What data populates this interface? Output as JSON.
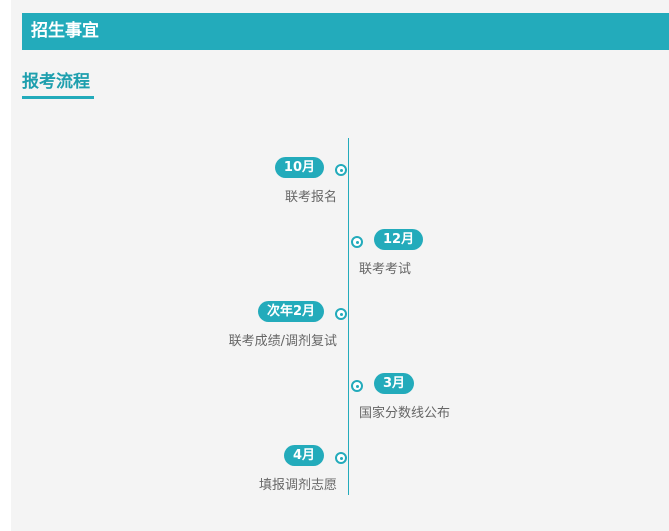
{
  "header": {
    "title": "招生事宜"
  },
  "section": {
    "title": "报考流程"
  },
  "colors": {
    "accent": "#23abbb",
    "text_muted": "#666666",
    "panel_bg": "#f4f4f4"
  },
  "timeline": [
    {
      "date": "10月",
      "label": "联考报名"
    },
    {
      "date": "12月",
      "label": "联考考试"
    },
    {
      "date": "次年2月",
      "label": "联考成绩/调剂复试"
    },
    {
      "date": "3月",
      "label": "国家分数线公布"
    },
    {
      "date": "4月",
      "label": "填报调剂志愿"
    }
  ]
}
